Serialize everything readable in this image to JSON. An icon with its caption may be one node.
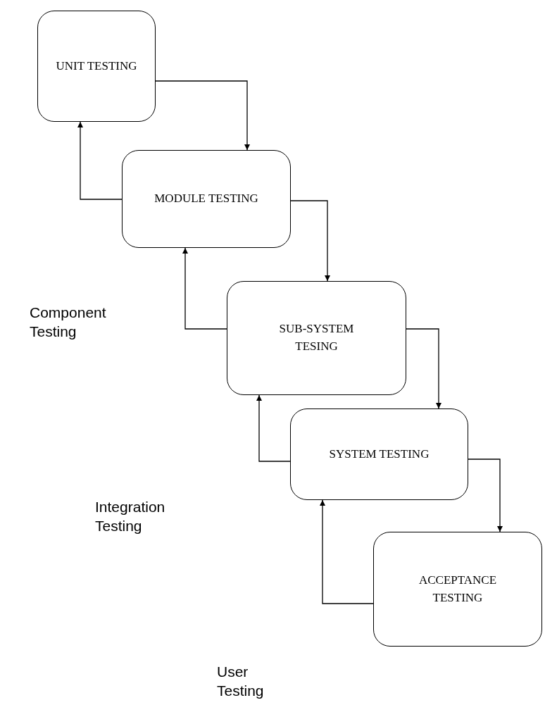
{
  "diagram": {
    "nodes": [
      {
        "text": [
          "UNIT TESTING"
        ]
      },
      {
        "text": [
          "MODULE TESTING"
        ]
      },
      {
        "text": [
          "SUB-SYSTEM TESING"
        ]
      },
      {
        "text": [
          "SYSTEM TESTING"
        ]
      },
      {
        "text": [
          "ACCEPTANCE TESTING"
        ]
      }
    ],
    "edges": [
      {
        "from": 0,
        "to": 1,
        "arrow": "to"
      },
      {
        "from": 1,
        "to": 0,
        "arrow": "to"
      },
      {
        "from": 1,
        "to": 2,
        "arrow": "to"
      },
      {
        "from": 2,
        "to": 1,
        "arrow": "to"
      },
      {
        "from": 2,
        "to": 3,
        "arrow": "to"
      },
      {
        "from": 3,
        "to": 2,
        "arrow": "to"
      },
      {
        "from": 3,
        "to": 4,
        "arrow": "to"
      },
      {
        "from": 4,
        "to": 3,
        "arrow": "to"
      }
    ],
    "labels": [
      "Component Testing",
      "Integration Testing",
      "User Testing"
    ]
  }
}
